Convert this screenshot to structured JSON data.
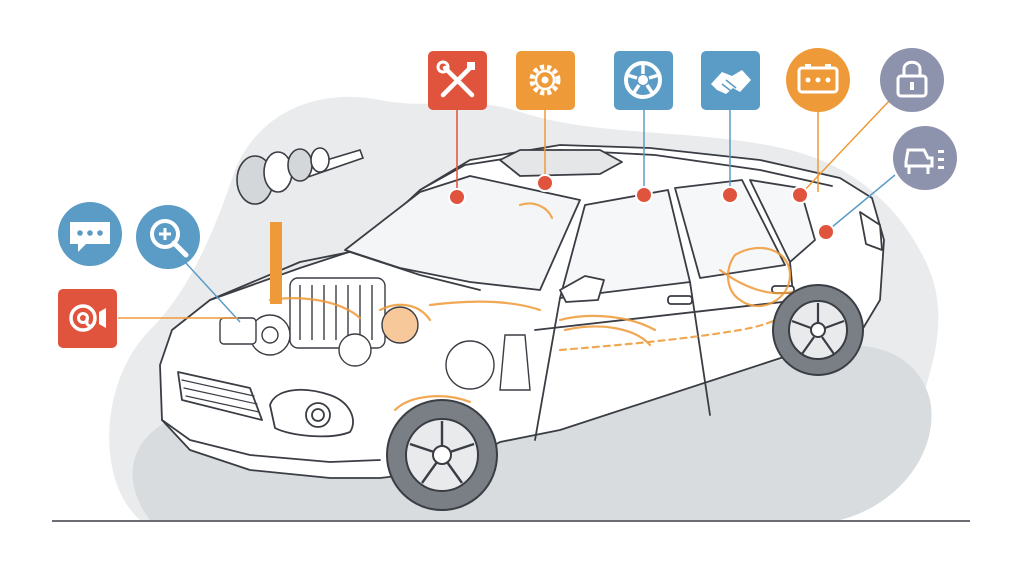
{
  "diagram": {
    "description_text": "",
    "callouts": [
      {
        "id": "repair",
        "icon": "wrench-screwdriver-icon",
        "shape": "square",
        "color": "#e0533d"
      },
      {
        "id": "gear",
        "icon": "gear-icon",
        "shape": "square",
        "color": "#ef9a38"
      },
      {
        "id": "wheel",
        "icon": "wheel-icon",
        "shape": "square",
        "color": "#5b9cc6"
      },
      {
        "id": "handshake",
        "icon": "handshake-icon",
        "shape": "square",
        "color": "#5b9cc6"
      },
      {
        "id": "battery",
        "icon": "battery-icon",
        "shape": "circle",
        "color": "#ef9a38"
      },
      {
        "id": "lock",
        "icon": "lock-icon",
        "shape": "circle",
        "color": "#8d93ad"
      },
      {
        "id": "car-lift",
        "icon": "car-lift-icon",
        "shape": "circle",
        "color": "#8d93ad"
      },
      {
        "id": "chat",
        "icon": "chat-bubble-icon",
        "shape": "circle",
        "color": "#5b9cc6"
      },
      {
        "id": "diagnostics",
        "icon": "magnifier-plus-icon",
        "shape": "circle",
        "color": "#5b9cc6"
      },
      {
        "id": "contact",
        "icon": "at-sign-megaphone-icon",
        "shape": "square",
        "color": "#e0533d"
      }
    ],
    "colors": {
      "accent_orange": "#ef9a38",
      "accent_red": "#e0533d",
      "accent_blue": "#5b9cc6",
      "accent_gray": "#8d93ad",
      "line_art": "#3a3d44",
      "backdrop": "#e9ebec"
    }
  }
}
